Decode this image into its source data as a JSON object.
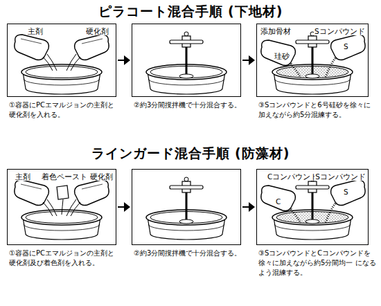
{
  "diagram": {
    "title": "ピラコート混合手順 (下地材)",
    "nodes": [
      {
        "text": [
          "主剤",
          "硬化剤",
          "①容器にPCエマルジョンの主剤と 硬化剤を入れる。"
        ]
      },
      {
        "text": [
          "②約3分間撹拌機で十分混合する。"
        ]
      },
      {
        "text": [
          "添加骨材",
          "Sコンパウンド",
          "珪砂",
          "S",
          "③Sコンパウンドと6号硅砂を徐々に 加えながら約5分混練する。"
        ]
      },
      {
        "text": [
          "主剤",
          "着色ペースト",
          "硬化剤",
          "①容器にPCエマルジョンの主剤と 硬化剤及び着色剤を入れる。"
        ]
      },
      {
        "text": [
          "②約3分間撹拌機で十分混合する。"
        ]
      },
      {
        "text": [
          "Cコンパウンド",
          "Sコンパウンド",
          "C",
          "S",
          "③SコンパウンドとCコンパウンドを 徐々に加えながら約5分間均一 になるよう混練する。"
        ]
      }
    ],
    "edges": [
      {
        "from": 0,
        "to": 1,
        "arrow": "to"
      },
      {
        "from": 1,
        "to": 2,
        "arrow": "to"
      },
      {
        "from": 3,
        "to": 4,
        "arrow": "to"
      },
      {
        "from": 4,
        "to": 5,
        "arrow": "to"
      }
    ],
    "labels": [
      "ラインガード混合手順 (防藻材)"
    ]
  }
}
